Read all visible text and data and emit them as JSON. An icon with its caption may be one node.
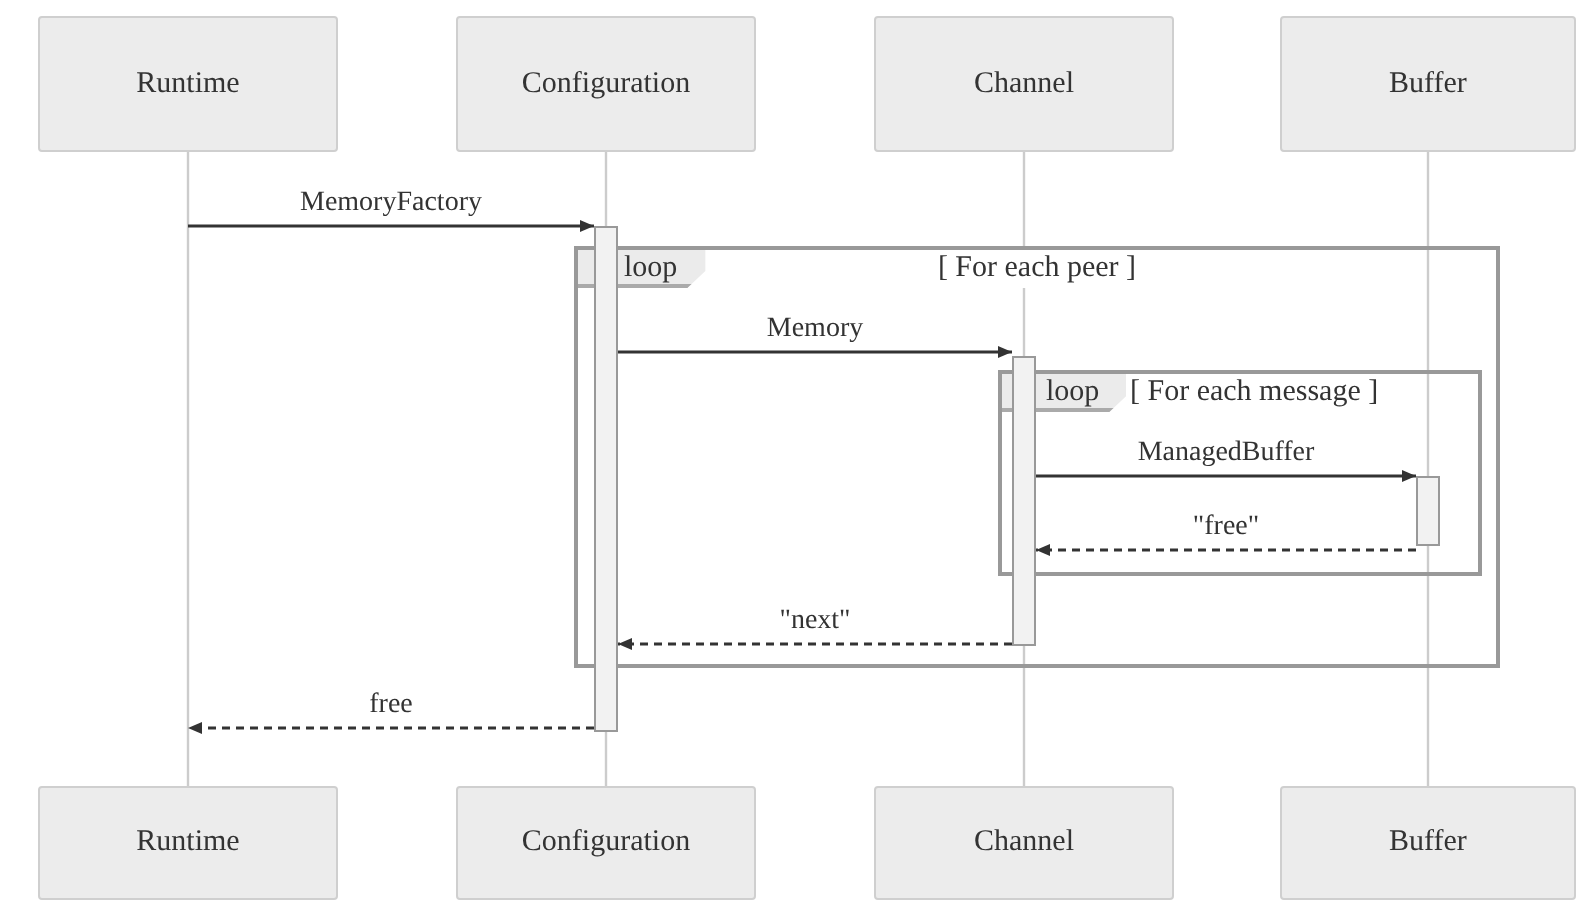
{
  "diagram": {
    "nodes": [
      {
        "text": [
          "Runtime"
        ]
      },
      {
        "text": [
          "Configuration"
        ]
      },
      {
        "text": [
          "Channel"
        ]
      },
      {
        "text": [
          "Buffer"
        ]
      },
      {
        "text": [
          "loop",
          "[ For each peer ]"
        ]
      },
      {
        "text": [
          "loop",
          "[ For each message ]"
        ],
        "in": 4
      },
      {
        "text": [],
        "shape": "bar"
      },
      {
        "text": [],
        "shape": "bar",
        "in": 4
      },
      {
        "text": [],
        "shape": "bar",
        "in": 5
      },
      {
        "text": [
          "Runtime"
        ]
      },
      {
        "text": [
          "Configuration"
        ]
      },
      {
        "text": [
          "Channel"
        ]
      },
      {
        "text": [
          "Buffer"
        ]
      }
    ],
    "edges": [
      {
        "from": 0,
        "to": 9,
        "arrow": "none"
      },
      {
        "from": 1,
        "to": 6,
        "arrow": "none"
      },
      {
        "from": 2,
        "to": 7,
        "arrow": "none"
      },
      {
        "from": 3,
        "to": 8,
        "arrow": "none"
      },
      {
        "from": null,
        "to": 6,
        "arrow": "to",
        "label": "MemoryFactory",
        "color": "#333333"
      },
      {
        "from": 6,
        "to": 7,
        "arrow": "to",
        "label": "Memory",
        "color": "#333333"
      },
      {
        "from": 7,
        "to": 8,
        "arrow": "to",
        "label": "ManagedBuffer",
        "color": "#333333"
      },
      {
        "from": 8,
        "to": 7,
        "arrow": "to",
        "label": "\"free\"",
        "style": "dashed",
        "color": "#333333"
      },
      {
        "from": 7,
        "to": 6,
        "arrow": "to",
        "label": "\"next\"",
        "style": "dashed",
        "color": "#333333"
      },
      {
        "from": 6,
        "to": null,
        "arrow": "to",
        "label": "free",
        "style": "dashed",
        "color": "#333333"
      },
      {
        "from": 6,
        "to": 10,
        "arrow": "none"
      },
      {
        "from": 7,
        "to": 11,
        "arrow": "none"
      },
      {
        "from": 8,
        "to": 12,
        "arrow": "none"
      }
    ]
  }
}
